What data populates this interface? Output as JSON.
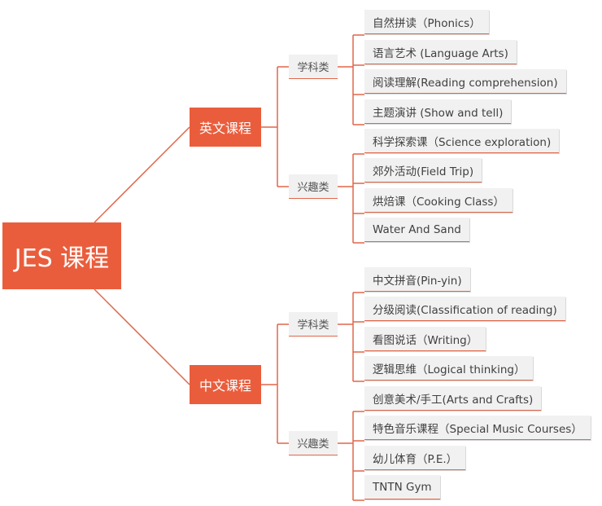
{
  "mindmap": {
    "root": "JES 课程",
    "branches": [
      {
        "label": "英文课程",
        "groups": [
          {
            "label": "学科类",
            "items": [
              "自然拼读（Phonics）",
              "语言艺术 (Language Arts)",
              "阅读理解(Reading comprehension)",
              "主题演讲 (Show and tell)"
            ]
          },
          {
            "label": "兴趣类",
            "items": [
              "科学探索课（Science exploration)",
              "郊外活动(Field Trip)",
              "烘焙课（Cooking Class）",
              "Water And Sand"
            ]
          }
        ]
      },
      {
        "label": "中文课程",
        "groups": [
          {
            "label": "学科类",
            "items": [
              "中文拼音(Pin-yin)",
              "分级阅读(Classification of reading)",
              "看图说话（Writing）",
              "逻辑思维（Logical thinking）"
            ]
          },
          {
            "label": "兴趣类",
            "items": [
              "创意美术/手工(Arts and Crafts)",
              "特色音乐课程（Special Music Courses）",
              "幼儿体育（P.E.）",
              "TNTN Gym"
            ]
          }
        ]
      }
    ]
  },
  "colors": {
    "accent": "#ea5d3c",
    "line": "#e0664a",
    "leaf_bg": "#f1f1f1"
  }
}
